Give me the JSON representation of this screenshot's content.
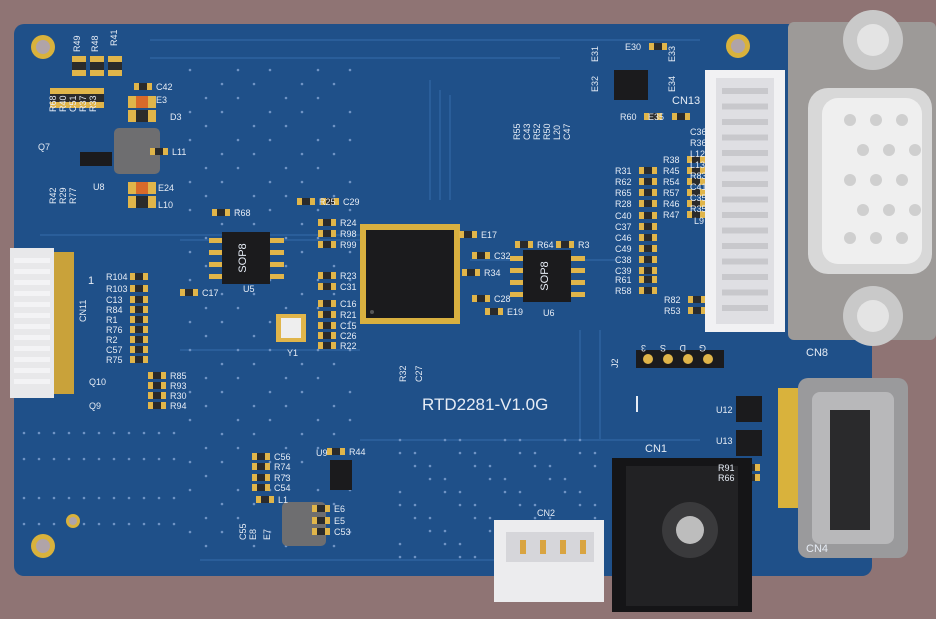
{
  "colors": {
    "background": "#8f7474",
    "board": "#1f5089",
    "trace": "#2a5e9a",
    "pad": "#e0b54a",
    "silk": "#e6ecf5"
  },
  "board_title": "RTD2281-V1.0G",
  "chips": {
    "u5_marking": "SOP8",
    "u6_marking": "SOP8"
  },
  "labels": [
    "R49",
    "R48",
    "R41",
    "C42",
    "E3",
    "D3",
    "R68",
    "R40",
    "C51",
    "R37",
    "R33",
    "Q7",
    "L11",
    "U8",
    "E24",
    "L10",
    "R42",
    "R29",
    "R77",
    "R68",
    "R25",
    "C29",
    "R24",
    "R98",
    "R99",
    "R23",
    "C31",
    "C16",
    "R21",
    "C15",
    "C26",
    "R22",
    "C17",
    "U5",
    "Y1",
    "R32",
    "C27",
    "E17",
    "C32",
    "R34",
    "C28",
    "E19",
    "R64",
    "R3",
    "U6",
    "R55",
    "C43",
    "R52",
    "R50",
    "L20",
    "C47",
    "E30",
    "E31",
    "E32",
    "E33",
    "E34",
    "R60",
    "E35",
    "CN13",
    "C36",
    "R36",
    "L12",
    "L13",
    "R83",
    "C41",
    "C35",
    "R35",
    "L9",
    "R38",
    "R45",
    "R54",
    "R57",
    "R46",
    "R47",
    "R31",
    "R62",
    "R65",
    "R28",
    "C40",
    "C37",
    "C46",
    "C49",
    "C38",
    "C39",
    "R61",
    "R58",
    "R82",
    "R53",
    "CN8",
    "J2",
    "3",
    "S",
    "D",
    "G",
    "CN1",
    "CN2",
    "U12",
    "U13",
    "R91",
    "R66",
    "CN4",
    "CN11",
    "1",
    "R104",
    "R103",
    "C13",
    "R84",
    "R1",
    "R76",
    "R2",
    "C57",
    "R75",
    "Q10",
    "Q9",
    "R85",
    "R93",
    "R30",
    "R94",
    "C56",
    "R74",
    "R73",
    "C54",
    "U9",
    "R44",
    "L1",
    "C55",
    "E8",
    "E7",
    "E6",
    "E5",
    "C53"
  ]
}
